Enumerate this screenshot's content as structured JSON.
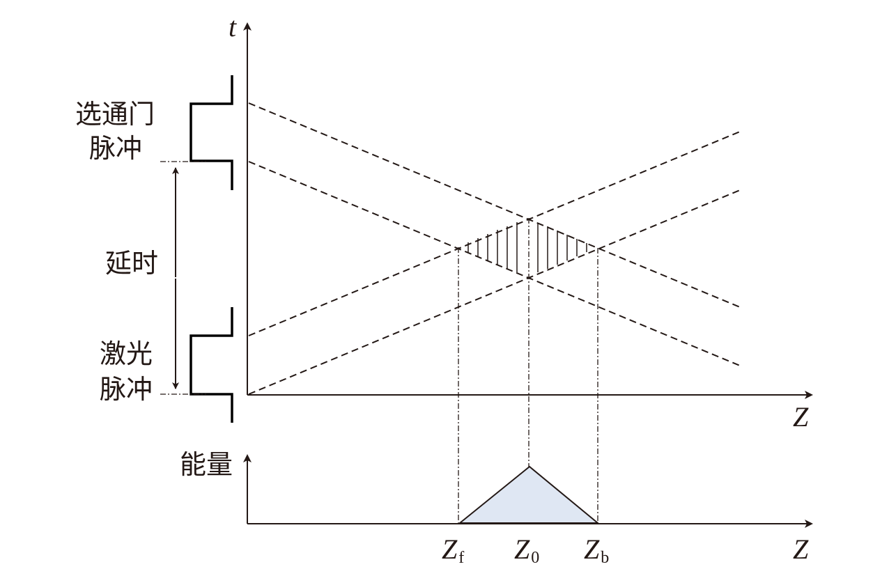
{
  "labels": {
    "t_axis": "t",
    "z_axis_top": "Z",
    "z_axis_bottom": "Z",
    "gate_pulse_line1": "选通门",
    "gate_pulse_line2": "脉冲",
    "delay": "延时",
    "laser_pulse_line1": "激光",
    "laser_pulse_line2": "脉冲",
    "energy": "能量",
    "zf_main": "Z",
    "zf_sub": "f",
    "z0_main": "Z",
    "z0_sub": "0",
    "zb_main": "Z",
    "zb_sub": "b"
  },
  "colors": {
    "ink": "#231815",
    "energy_fill": "#dfe7f3"
  }
}
